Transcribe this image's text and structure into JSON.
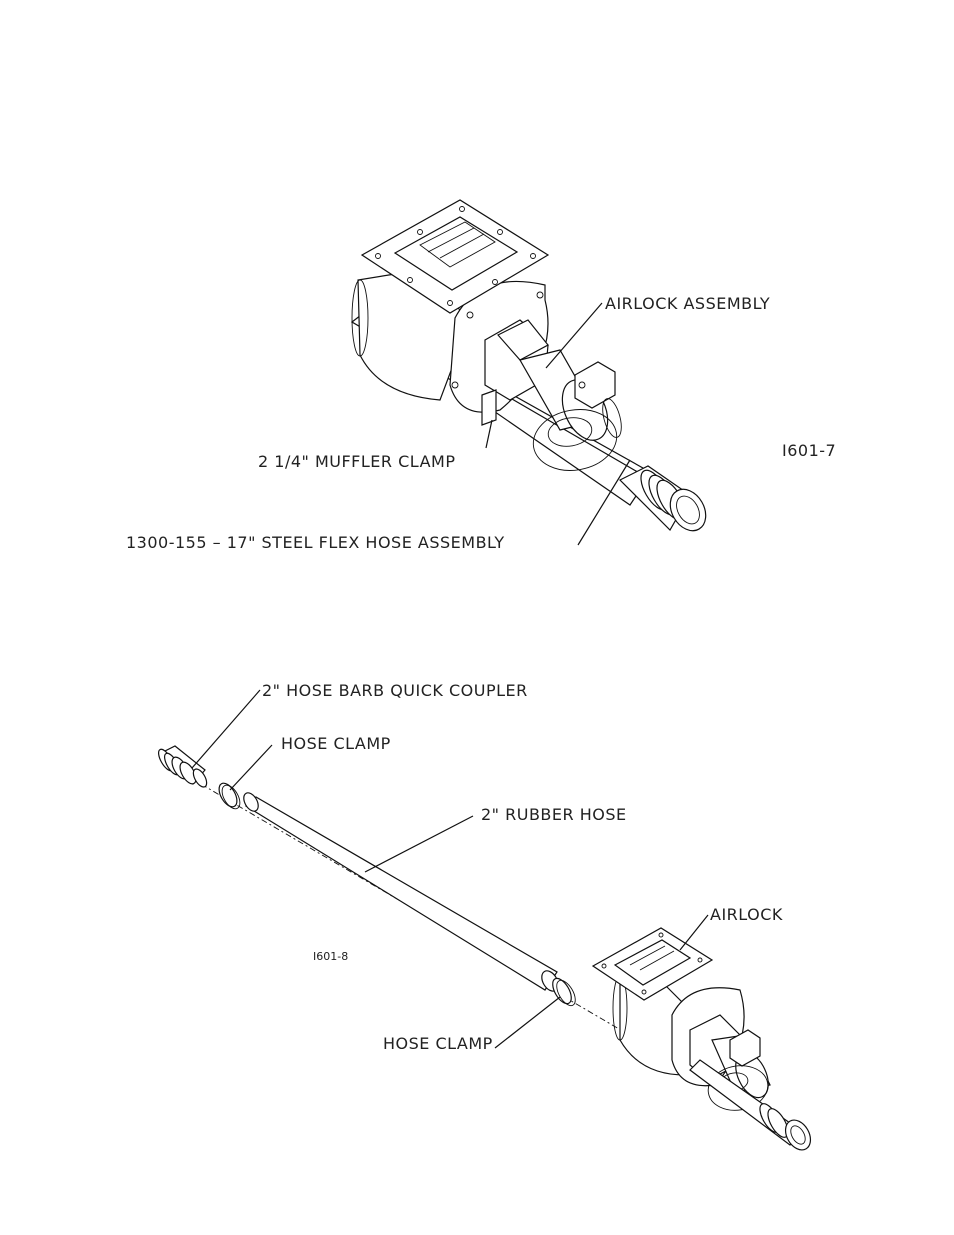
{
  "figure_1": {
    "labels": {
      "airlock_assembly": "AIRLOCK ASSEMBLY",
      "muffler_clamp": "2 1/4\" MUFFLER CLAMP",
      "flex_hose": "1300-155 – 17\" STEEL FLEX HOSE ASSEMBLY",
      "figure_id": "I601-7"
    }
  },
  "figure_2": {
    "labels": {
      "quick_coupler": "2\" HOSE BARB QUICK COUPLER",
      "hose_clamp_top": "HOSE CLAMP",
      "rubber_hose": "2\" RUBBER HOSE",
      "airlock": "AIRLOCK",
      "figure_id": "I601-8",
      "hose_clamp_bottom": "HOSE CLAMP"
    }
  },
  "icons": {
    "airlock_unit": "airlock-drawing",
    "flex_hose": "flex-hose-drawing",
    "rubber_hose": "rubber-hose-drawing",
    "quick_coupler": "quick-coupler-drawing",
    "hose_clamp": "hose-clamp-drawing"
  }
}
